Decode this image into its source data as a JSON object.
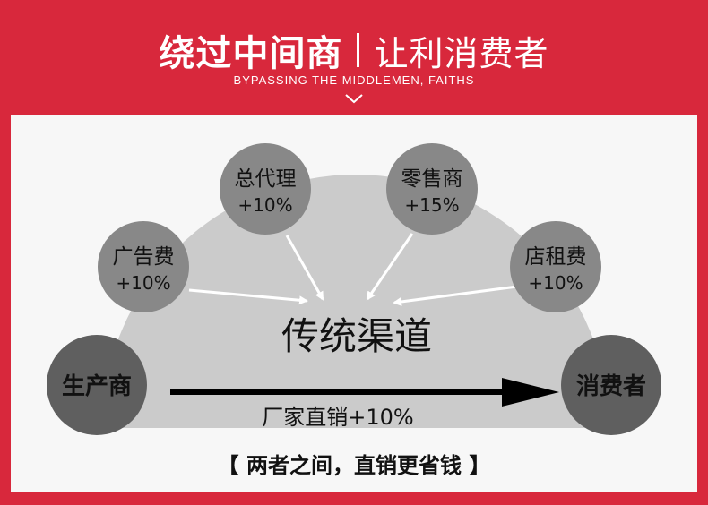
{
  "header": {
    "title_main": "绕过中间商",
    "title_sub": "让利消费者",
    "subtitle_en": "BYPASSING THE MIDDLEMEN, FAITHS"
  },
  "diagram": {
    "center_label": "传统渠道",
    "nodes": {
      "ad": {
        "label": "广告费",
        "value": "+10%"
      },
      "agent": {
        "label": "总代理",
        "value": "+10%"
      },
      "retail": {
        "label": "零售商",
        "value": "+15%"
      },
      "rent": {
        "label": "店租费",
        "value": "+10%"
      },
      "producer": {
        "label": "生产商"
      },
      "consumer": {
        "label": "消费者"
      }
    },
    "direct_label": "厂家直销+10%"
  },
  "footer": {
    "note": "【 两者之间，直销更省钱 】"
  },
  "colors": {
    "brand_red": "#d8283c",
    "panel_bg": "#f7f7f7",
    "semicircle": "#cbcbcb",
    "bubble": "#888888",
    "end_node": "#5f5f5f"
  }
}
